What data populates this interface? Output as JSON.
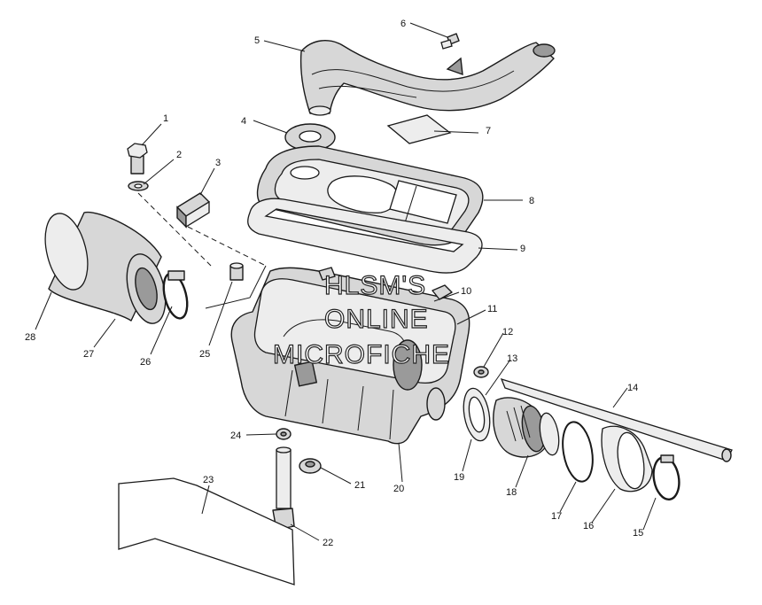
{
  "watermark": {
    "line1": "HLSM'S",
    "line2": "ONLINE",
    "line3": "MICROFICHE"
  },
  "callouts": {
    "c1": "1",
    "c2": "2",
    "c3": "3",
    "c4": "4",
    "c5": "5",
    "c6": "6",
    "c7": "7",
    "c8": "8",
    "c9": "9",
    "c10": "10",
    "c11": "11",
    "c12": "12",
    "c13": "13",
    "c14": "14",
    "c15": "15",
    "c16": "16",
    "c17": "17",
    "c18": "18",
    "c19": "19",
    "c20": "20",
    "c21": "21",
    "c22": "22",
    "c23": "23",
    "c24": "24",
    "c25": "25",
    "c26": "26",
    "c27": "27",
    "c28": "28"
  }
}
